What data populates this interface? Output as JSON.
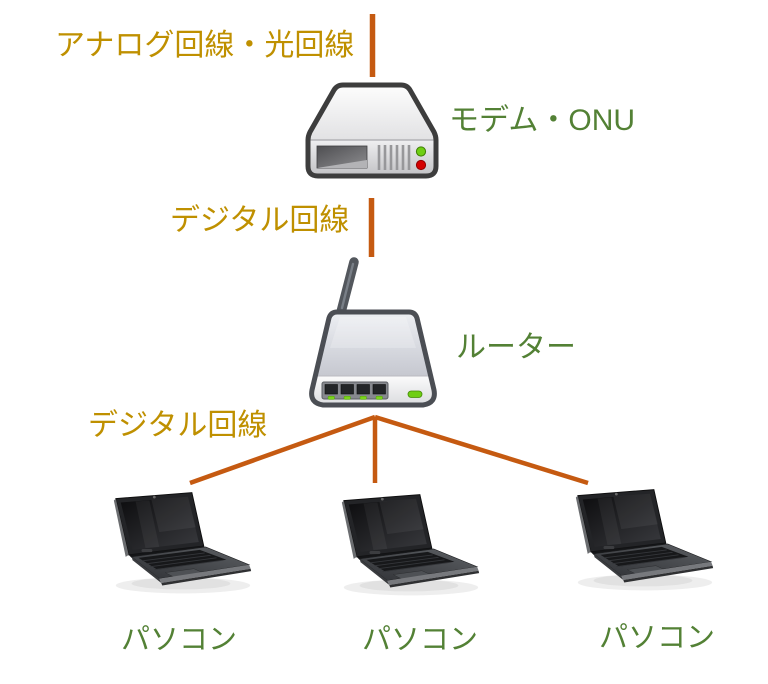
{
  "colors": {
    "connector": "#C55A11",
    "line_label": "#BF9000",
    "device_label": "#538135"
  },
  "diagram": {
    "wan_label": "アナログ回線・光回線",
    "modem_label": "モデム・ONU",
    "digital_label_upper": "デジタル回線",
    "router_label": "ルーター",
    "digital_label_lower": "デジタル回線",
    "computers": [
      {
        "label": "パソコン"
      },
      {
        "label": "パソコン"
      },
      {
        "label": "パソコン"
      }
    ]
  }
}
